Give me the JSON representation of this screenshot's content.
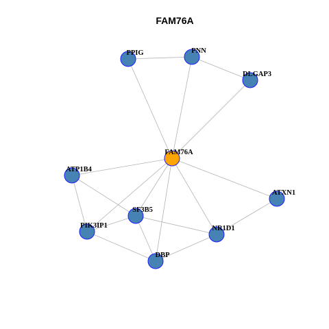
{
  "title": "FAM76A",
  "colors": {
    "node_fill": "#4682b4",
    "node_stroke": "#1a1aff",
    "center_fill": "#ffa500",
    "center_stroke": "#1a1aff",
    "edge": "#b3b3b3"
  },
  "nodes": [
    {
      "id": "FAM76A",
      "label": "FAM76A",
      "center": true
    },
    {
      "id": "PPIG",
      "label": "PPIG"
    },
    {
      "id": "PNN",
      "label": "PNN"
    },
    {
      "id": "DLGAP3",
      "label": "DLGAP3"
    },
    {
      "id": "ATP1B4",
      "label": "ATP1B4"
    },
    {
      "id": "ATXN1",
      "label": "ATXN1"
    },
    {
      "id": "SF3B5",
      "label": "SF3B5"
    },
    {
      "id": "PIK3IP1",
      "label": "PIK3IP1"
    },
    {
      "id": "NR1D1",
      "label": "NR1D1"
    },
    {
      "id": "DBP",
      "label": "DBP"
    }
  ],
  "edges": [
    [
      "PPIG",
      "PNN"
    ],
    [
      "PNN",
      "DLGAP3"
    ],
    [
      "PPIG",
      "FAM76A"
    ],
    [
      "PNN",
      "FAM76A"
    ],
    [
      "DLGAP3",
      "FAM76A"
    ],
    [
      "FAM76A",
      "ATP1B4"
    ],
    [
      "FAM76A",
      "ATXN1"
    ],
    [
      "FAM76A",
      "SF3B5"
    ],
    [
      "FAM76A",
      "PIK3IP1"
    ],
    [
      "FAM76A",
      "NR1D1"
    ],
    [
      "FAM76A",
      "DBP"
    ],
    [
      "ATP1B4",
      "SF3B5"
    ],
    [
      "ATP1B4",
      "PIK3IP1"
    ],
    [
      "PIK3IP1",
      "SF3B5"
    ],
    [
      "PIK3IP1",
      "DBP"
    ],
    [
      "SF3B5",
      "DBP"
    ],
    [
      "SF3B5",
      "NR1D1"
    ],
    [
      "NR1D1",
      "ATXN1"
    ],
    [
      "NR1D1",
      "DBP"
    ]
  ]
}
